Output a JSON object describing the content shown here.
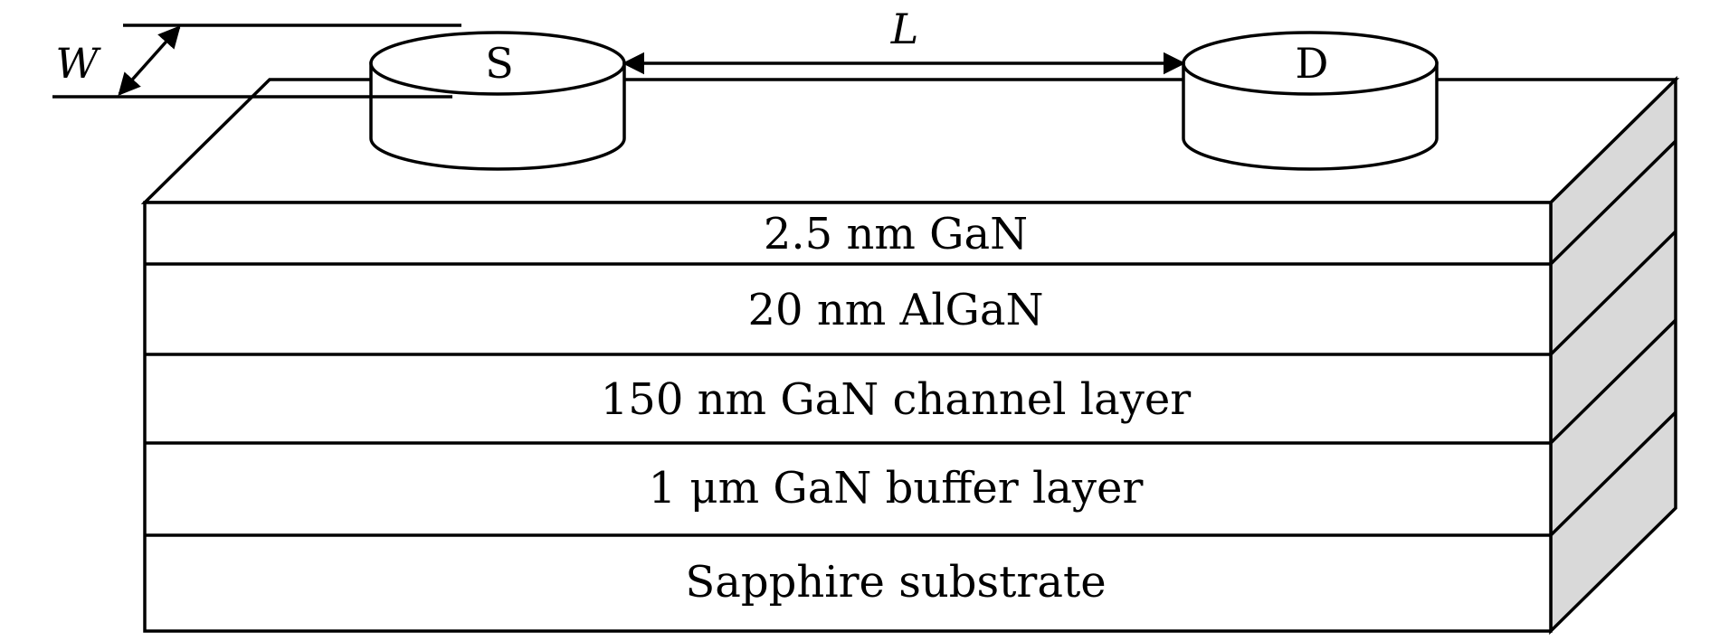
{
  "layers": [
    {
      "label": "2.5 nm GaN"
    },
    {
      "label": "20 nm AlGaN"
    },
    {
      "label": "150 nm GaN channel layer"
    },
    {
      "label": "1 μm GaN buffer layer"
    },
    {
      "label": "Sapphire substrate"
    }
  ],
  "contacts": {
    "source": {
      "label": "S"
    },
    "drain": {
      "label": "D"
    }
  },
  "dimensions": {
    "width_label": "W",
    "length_label": "L"
  },
  "colors": {
    "side_face": "#d9d9d9",
    "line": "#000000",
    "background": "#ffffff"
  }
}
